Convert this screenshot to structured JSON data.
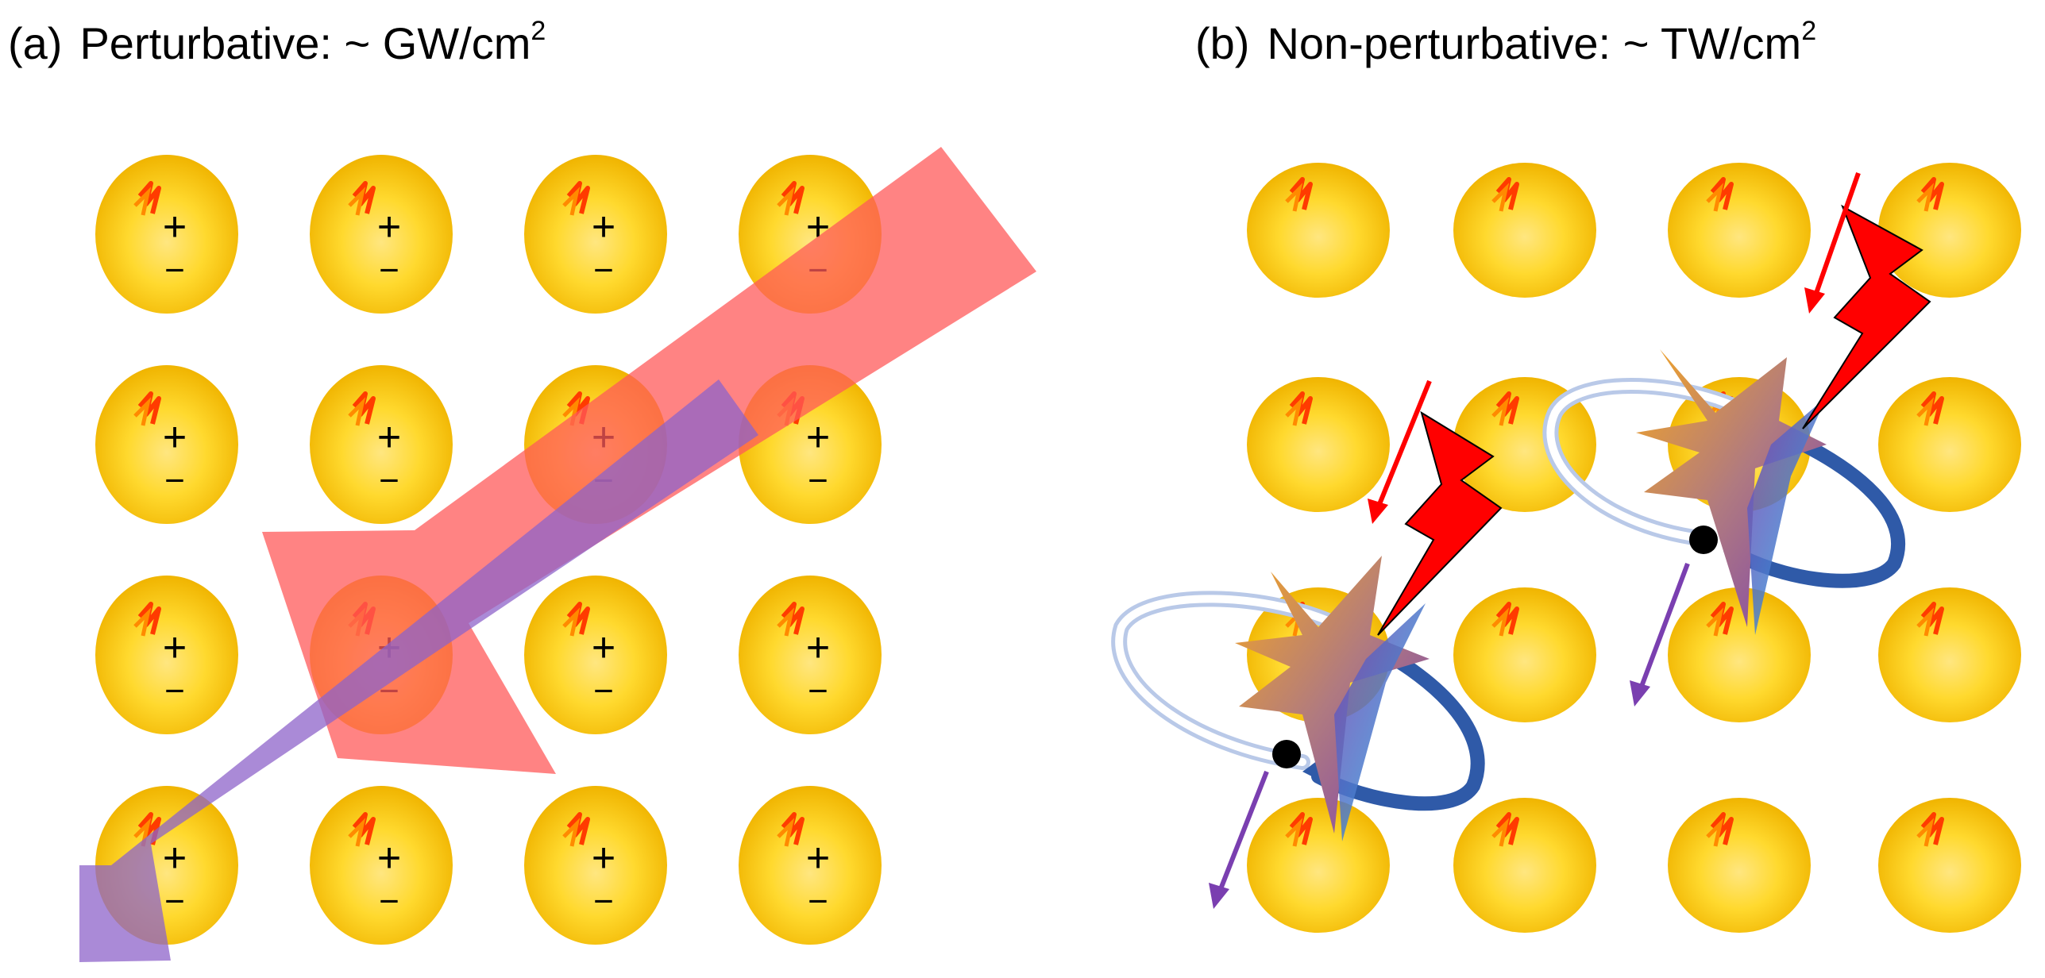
{
  "panel_a": {
    "label": "(a)",
    "regime": "Perturbative:",
    "intensity_prefix": "~ GW/cm",
    "intensity_exponent": "2",
    "atom_charge_plus": "+",
    "atom_charge_minus": "−"
  },
  "panel_b": {
    "label": "(b)",
    "regime": "Non-perturbative:",
    "intensity_prefix": "~ TW/cm",
    "intensity_exponent": "2"
  },
  "colors": {
    "atom_yellow": "#ffd92e",
    "pump_beam": "#ff5a5a",
    "harmonic_beam": "#8d63c9",
    "laser_bolt": "#ff0000",
    "electron_orbit": "#2f5aa8",
    "emission_arrow": "#7a3fb0"
  }
}
